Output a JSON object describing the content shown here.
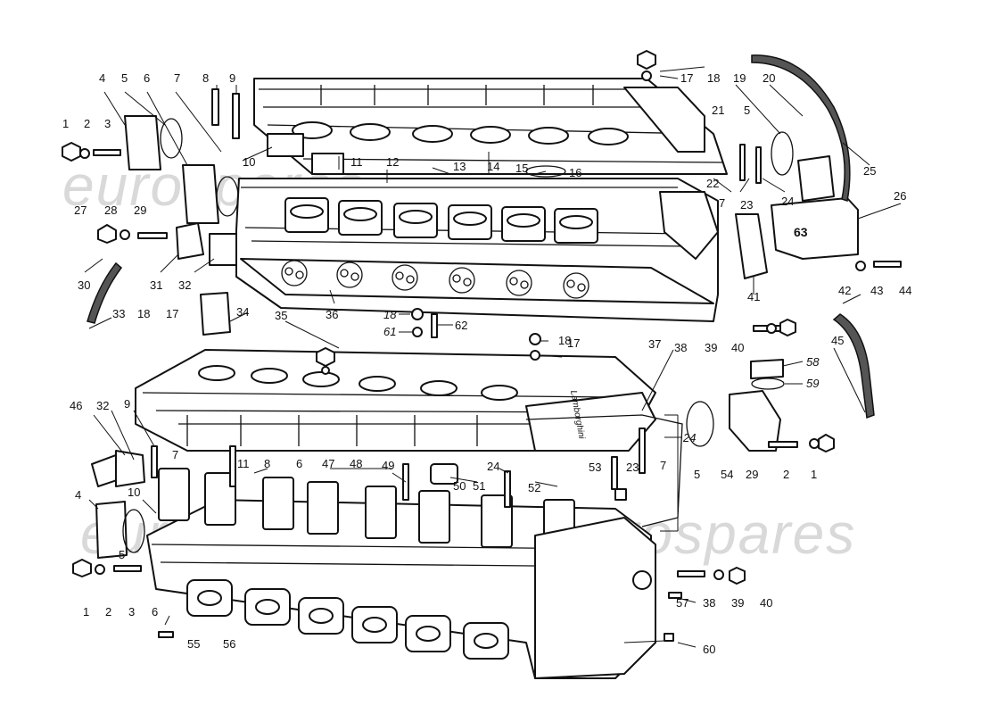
{
  "watermark": {
    "upper": "eurospares",
    "lower_left": "eurospares",
    "lower_right": "eurospares"
  },
  "cover_marking": {
    "logo_text": "Lamborghini",
    "plate_number": "63"
  },
  "callouts": {
    "c1a": "1",
    "c2a": "2",
    "c3a": "3",
    "c4a": "4",
    "c5a": "5",
    "c6a": "6",
    "c7a": "7",
    "c8a": "8",
    "c9a": "9",
    "c10a": "10",
    "c11a": "11",
    "c12": "12",
    "c13": "13",
    "c14": "14",
    "c15": "15",
    "c16": "16",
    "c17a": "17",
    "c18a": "18",
    "c19": "19",
    "c20": "20",
    "c21": "21",
    "c5b": "5",
    "c22": "22",
    "c7b": "7",
    "c23a": "23",
    "c24a": "24",
    "c25": "25",
    "c26": "26",
    "c27": "27",
    "c28": "28",
    "c29a": "29",
    "c30": "30",
    "c31": "31",
    "c32a": "32",
    "c33": "33",
    "c34": "34",
    "c35": "35",
    "c36": "36",
    "c18b": "18",
    "c17b": "17",
    "c18c": "18",
    "c61": "61",
    "c62": "62",
    "c18d": "18",
    "c17c": "17",
    "c41": "41",
    "c42": "42",
    "c43": "43",
    "c44": "44",
    "c38a": "38",
    "c39a": "39",
    "c40a": "40",
    "c45": "45",
    "c58": "58",
    "c59": "59",
    "c37": "37",
    "c46": "46",
    "c32b": "32",
    "c9b": "9",
    "c7c": "7",
    "c11b": "11",
    "c8b": "8",
    "c6b": "6",
    "c47": "47",
    "c48": "48",
    "c49": "49",
    "c50": "50",
    "c51": "51",
    "c24b": "24",
    "c52": "52",
    "c53": "53",
    "c23b": "23",
    "c7d": "7",
    "c24c": "24",
    "c5c": "5",
    "c54": "54",
    "c29b": "29",
    "c2b": "2",
    "c1b": "1",
    "c4b": "4",
    "c10b": "10",
    "c5d": "5",
    "c1c": "1",
    "c2c": "2",
    "c3b": "3",
    "c6c": "6",
    "c55": "55",
    "c56": "56",
    "c57": "57",
    "c38b": "38",
    "c39b": "39",
    "c40b": "40",
    "c60": "60"
  }
}
